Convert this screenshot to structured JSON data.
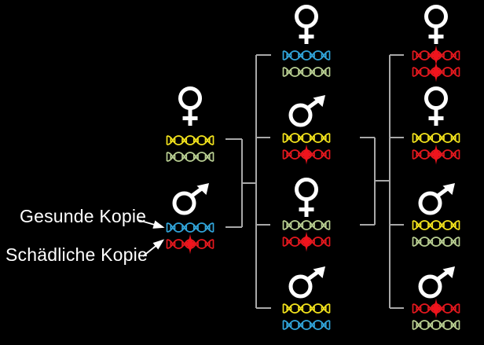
{
  "legend": {
    "healthy_label": "Gesunde Kopie",
    "harmful_label": "Schädliche Kopie"
  },
  "colors": {
    "background": "#000000",
    "symbol_white": "#ffffff",
    "connector_gray": "#a8a8a8",
    "blue": "#31a5da",
    "yellow": "#f3e31c",
    "green": "#b9cf92",
    "red": "#e4181e",
    "burst_red": "#ef141d"
  },
  "pedigree": {
    "generations": [
      {
        "name": "parents",
        "members": [
          {
            "id": "mother",
            "sex": "female",
            "dna": [
              {
                "color": "yellow",
                "mutated": false
              },
              {
                "color": "green",
                "mutated": false
              }
            ]
          },
          {
            "id": "father",
            "sex": "male",
            "dna": [
              {
                "color": "blue",
                "mutated": false
              },
              {
                "color": "red",
                "mutated": true
              }
            ]
          }
        ]
      },
      {
        "name": "generation-2",
        "members": [
          {
            "id": "gen2-1",
            "sex": "female",
            "dna": [
              {
                "color": "blue",
                "mutated": false
              },
              {
                "color": "green",
                "mutated": false
              }
            ]
          },
          {
            "id": "gen2-2",
            "sex": "male",
            "dna": [
              {
                "color": "yellow",
                "mutated": false
              },
              {
                "color": "red",
                "mutated": true
              }
            ]
          },
          {
            "id": "gen2-3",
            "sex": "female",
            "dna": [
              {
                "color": "green",
                "mutated": false
              },
              {
                "color": "red",
                "mutated": true
              }
            ]
          },
          {
            "id": "gen2-4",
            "sex": "male",
            "dna": [
              {
                "color": "yellow",
                "mutated": false
              },
              {
                "color": "blue",
                "mutated": false
              }
            ]
          }
        ]
      },
      {
        "name": "generation-3",
        "members": [
          {
            "id": "gen3-1",
            "sex": "female",
            "dna": [
              {
                "color": "red",
                "mutated": true
              },
              {
                "color": "red",
                "mutated": true
              }
            ]
          },
          {
            "id": "gen3-2",
            "sex": "female",
            "dna": [
              {
                "color": "yellow",
                "mutated": false
              },
              {
                "color": "red",
                "mutated": true
              }
            ]
          },
          {
            "id": "gen3-3",
            "sex": "male",
            "dna": [
              {
                "color": "yellow",
                "mutated": false
              },
              {
                "color": "green",
                "mutated": false
              }
            ]
          },
          {
            "id": "gen3-4",
            "sex": "male",
            "dna": [
              {
                "color": "red",
                "mutated": true
              },
              {
                "color": "green",
                "mutated": false
              }
            ]
          }
        ]
      }
    ]
  }
}
